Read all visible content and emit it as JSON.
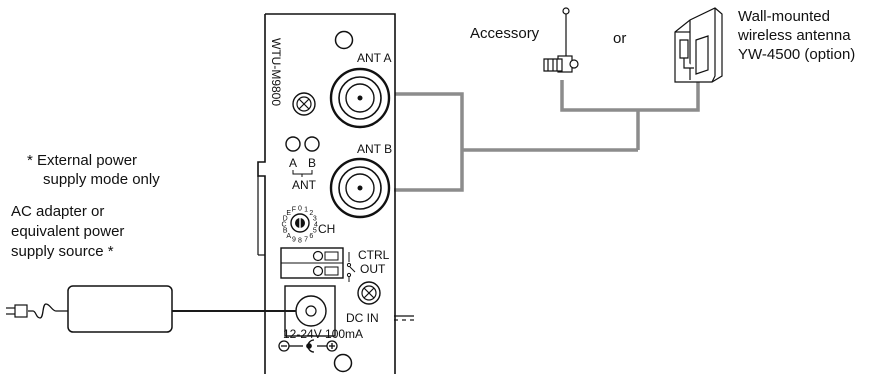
{
  "panel": {
    "model": "WTU-M9800",
    "ant_a": "ANT A",
    "ant_b": "ANT B",
    "led_a": "A",
    "led_b": "B",
    "ant": "ANT",
    "ch": "CH",
    "ch_digits": [
      "0",
      "1",
      "2",
      "3",
      "4",
      "5",
      "6",
      "7",
      "8",
      "9",
      "A",
      "B",
      "C",
      "D",
      "E",
      "F"
    ],
    "ctrl": "CTRL",
    "out": "OUT",
    "dc_in": "DC IN",
    "dc_spec": "12-24V 100mA"
  },
  "antennas": {
    "accessory": "Accessory",
    "or": "or",
    "wall_line1": "Wall-mounted",
    "wall_line2": "wireless antenna",
    "wall_line3": "YW-4500 (option)"
  },
  "power": {
    "note_line1": "*  External power",
    "note_line2": "supply mode only",
    "adapter_line1": "AC adapter or",
    "adapter_line2": "equivalent power",
    "adapter_line3": "supply source *"
  },
  "colors": {
    "ink": "#111111",
    "cable": "#8c8c8c",
    "cable_dark": "#1a1a1a"
  }
}
